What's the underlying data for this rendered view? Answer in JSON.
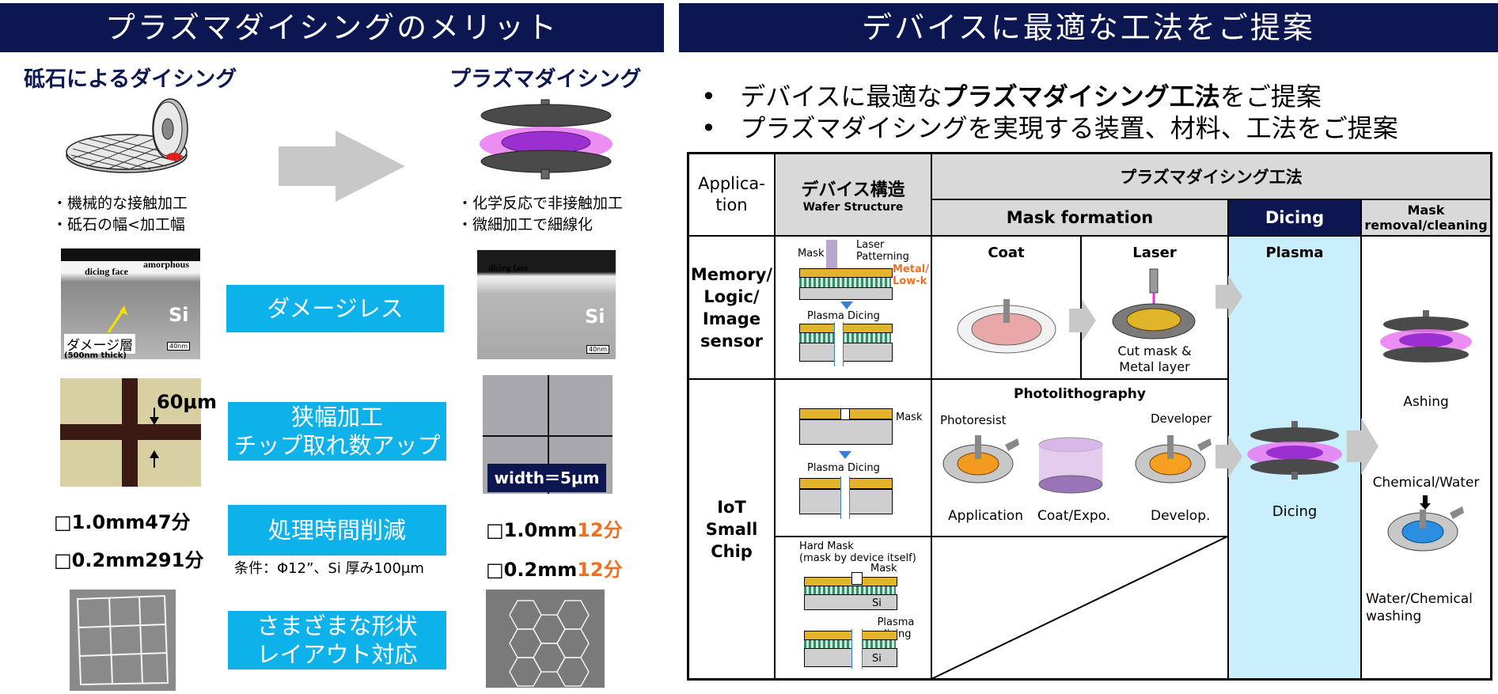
{
  "left": {
    "banner": "プラズマダイシングのメリット",
    "blade_heading": "砥石によるダイシング",
    "plasma_heading": "プラズマダイシング",
    "blade_notes": [
      "・機械的な接触加工",
      "・砥石の幅<加工幅"
    ],
    "plasma_notes": [
      "・化学反応で非接触加工",
      "・微細加工で細線化"
    ],
    "sem_blade": {
      "dicing_face": "dicing face",
      "amorphous": "amorphous",
      "si": "Si",
      "damage_layer": "ダメージ層",
      "thickness": "(500nm thick)",
      "scale": "40nm"
    },
    "sem_plasma": {
      "dicing_face": "dicing face",
      "si": "Si",
      "scale": "40nm"
    },
    "feature_damageless": "ダメージレス",
    "feature_narrow_1": "狭幅加工",
    "feature_narrow_2": "チップ取れ数アップ",
    "feature_time": "処理時間削減",
    "feature_shape_1": "さまざまな形状",
    "feature_shape_2": "レイアウト対応",
    "blade_width": "60μm",
    "plasma_width": "width＝5μm",
    "condition": "条件：Φ12”、Si 厚み100μm",
    "blade_times": [
      {
        "size": "□1.0mm",
        "time": "47分"
      },
      {
        "size": "□0.2mm",
        "time": "291分"
      }
    ],
    "plasma_times": [
      {
        "size": "□1.0mm",
        "time": "12分"
      },
      {
        "size": "□0.2mm",
        "time": "12分"
      }
    ]
  },
  "right": {
    "banner": "デバイスに最適な工法をご提案",
    "bullets": [
      {
        "pre": "デバイスに最適な",
        "bold": "プラズマダイシング工法",
        "post": "をご提案"
      },
      {
        "pre": "プラズマダイシングを実現する装置、材料、工法をご提案",
        "bold": "",
        "post": ""
      }
    ],
    "table": {
      "application_1": "Applica-",
      "application_2": "tion",
      "device_structure": "デバイス構造",
      "wafer_structure": "Wafer Structure",
      "process_title": "プラズマダイシング工法",
      "mask_formation": "Mask formation",
      "dicing": "Dicing",
      "mask_removal_1": "Mask",
      "mask_removal_2": "removal/cleaning",
      "row1_app": [
        "Memory/",
        "Logic/",
        "Image",
        "sensor"
      ],
      "row2_app": [
        "IoT",
        "Small",
        "Chip"
      ],
      "coat": "Coat",
      "laser": "Laser",
      "plasma": "Plasma",
      "cut_mask_1": "Cut mask &",
      "cut_mask_2": "Metal layer",
      "photolithography": "Photolithography",
      "photoresist": "Photoresist",
      "developer": "Developer",
      "application": "Application",
      "coat_expo": "Coat/Expo.",
      "develop": "Develop.",
      "dicing_label": "Dicing",
      "ashing": "Ashing",
      "chemical_water": "Chemical/Water",
      "water_chemical_1": "Water/Chemical",
      "water_chemical_2": "washing",
      "ws1_mask": "Mask",
      "ws1_laser_1": "Laser",
      "ws1_laser_2": "Patterning",
      "ws1_metal": "Metal/",
      "ws1_lowk": "Low-k",
      "ws1_plasma": "Plasma Dicing",
      "ws2_mask": "Mask",
      "ws2_plasma": "Plasma Dicing",
      "ws3_hard_1": "Hard Mask",
      "ws3_hard_2": "(mask by device itself)",
      "ws3_mask": "Mask",
      "ws3_plasma": "Plasma dicing",
      "si": "Si"
    }
  },
  "colors": {
    "navy": "#0c1650",
    "cyan": "#0eb2ea",
    "orange": "#f07020",
    "light_blue": "#c9eefc",
    "grey_header": "#d9d9d9"
  }
}
